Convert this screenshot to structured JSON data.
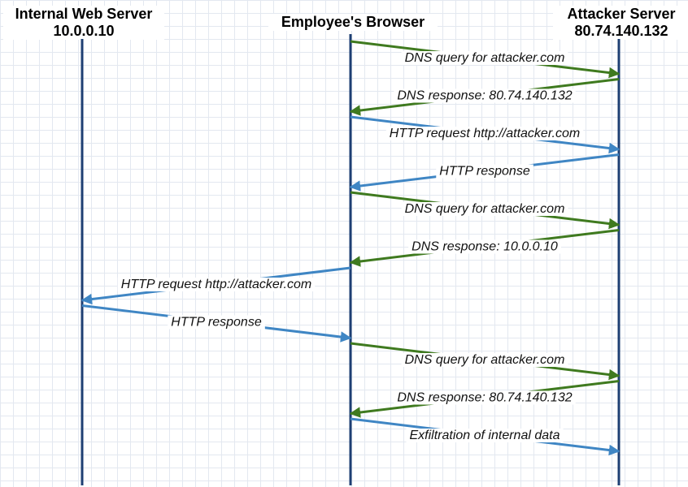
{
  "actors": {
    "internal": {
      "name": "Internal Web Server",
      "ip": "10.0.0.10"
    },
    "browser": {
      "name": "Employee's Browser"
    },
    "attacker": {
      "name": "Attacker Server",
      "ip": "80.74.140.132"
    }
  },
  "colors": {
    "dns": "#3f7a1f",
    "http": "#3f86c4",
    "lifeline": "#1e3f73"
  },
  "messages": [
    {
      "from": "browser",
      "to": "attacker",
      "kind": "dns",
      "label": "DNS query for attacker.com"
    },
    {
      "from": "attacker",
      "to": "browser",
      "kind": "dns",
      "label": "DNS response: 80.74.140.132"
    },
    {
      "from": "browser",
      "to": "attacker",
      "kind": "http",
      "label": "HTTP request http://attacker.com"
    },
    {
      "from": "attacker",
      "to": "browser",
      "kind": "http",
      "label": "HTTP response"
    },
    {
      "from": "browser",
      "to": "attacker",
      "kind": "dns",
      "label": "DNS query for attacker.com"
    },
    {
      "from": "attacker",
      "to": "browser",
      "kind": "dns",
      "label": "DNS response: 10.0.0.10"
    },
    {
      "from": "browser",
      "to": "internal",
      "kind": "http",
      "label": "HTTP request http://attacker.com"
    },
    {
      "from": "internal",
      "to": "browser",
      "kind": "http",
      "label": "HTTP response"
    },
    {
      "from": "browser",
      "to": "attacker",
      "kind": "dns",
      "label": "DNS query for attacker.com"
    },
    {
      "from": "attacker",
      "to": "browser",
      "kind": "dns",
      "label": "DNS response: 80.74.140.132"
    },
    {
      "from": "browser",
      "to": "attacker",
      "kind": "http",
      "label": "Exfiltration of internal data"
    }
  ]
}
